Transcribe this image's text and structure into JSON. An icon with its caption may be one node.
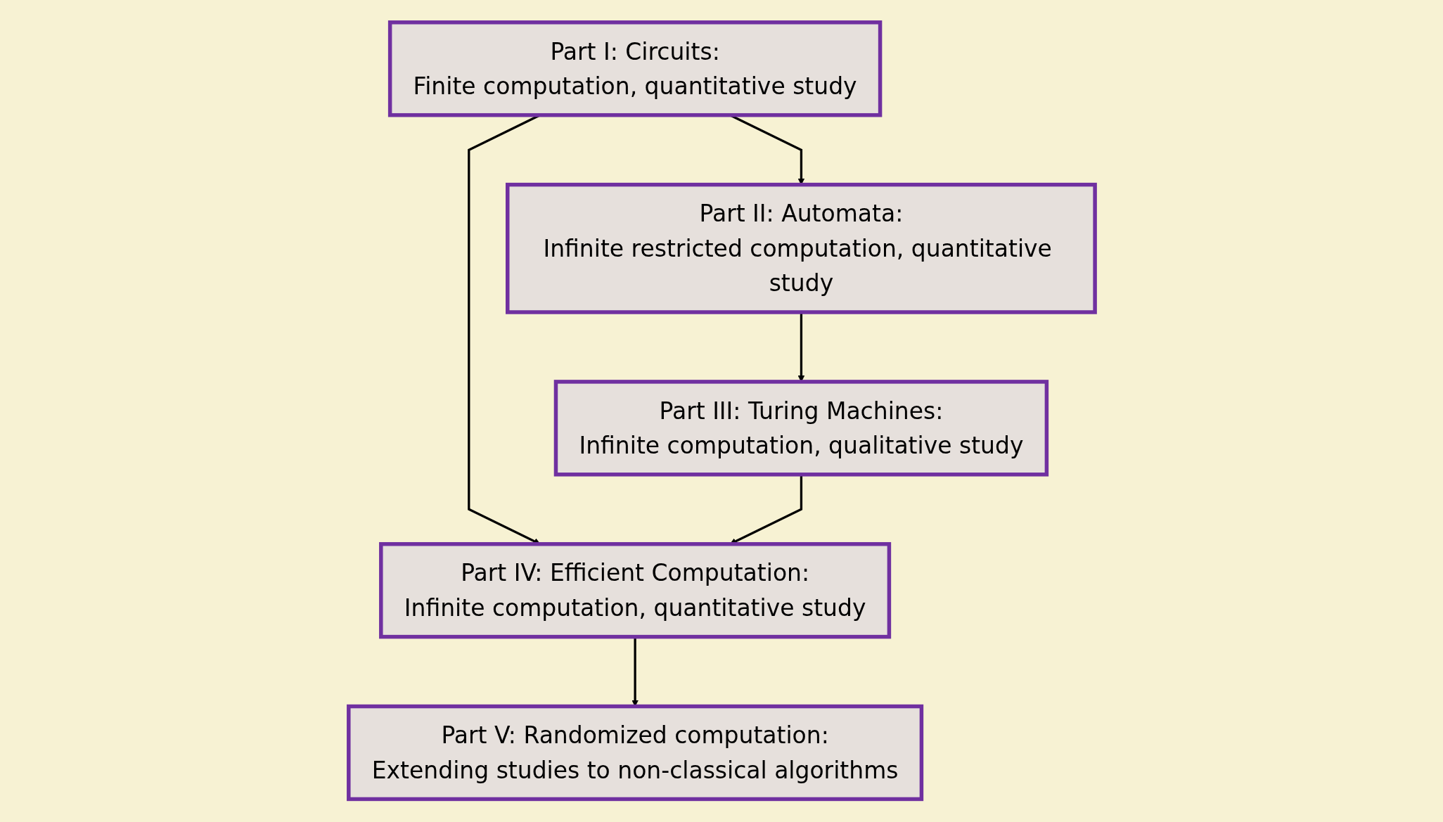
{
  "diagram": {
    "nodes": [
      {
        "text": [
          "Part I: Circuits:",
          "Finite computation, quantitative study"
        ]
      },
      {
        "text": [
          "Part II: Automata:",
          "Infinite restricted computation, quantitative study"
        ]
      },
      {
        "text": [
          "Part III: Turing Machines:",
          "Infinite computation, qualitative study"
        ]
      },
      {
        "text": [
          "Part IV: Efficient Computation:",
          "Infinite computation, quantitative study"
        ]
      },
      {
        "text": [
          "Part V: Randomized computation:",
          "Extending studies to non-classical algorithms"
        ]
      }
    ],
    "edges": [
      {
        "from": 0,
        "to": 1,
        "arrow": "to"
      },
      {
        "from": 0,
        "to": 3,
        "arrow": "to"
      },
      {
        "from": 1,
        "to": 2,
        "arrow": "to"
      },
      {
        "from": 2,
        "to": 3,
        "arrow": "to"
      },
      {
        "from": 3,
        "to": 4,
        "arrow": "to"
      }
    ]
  }
}
